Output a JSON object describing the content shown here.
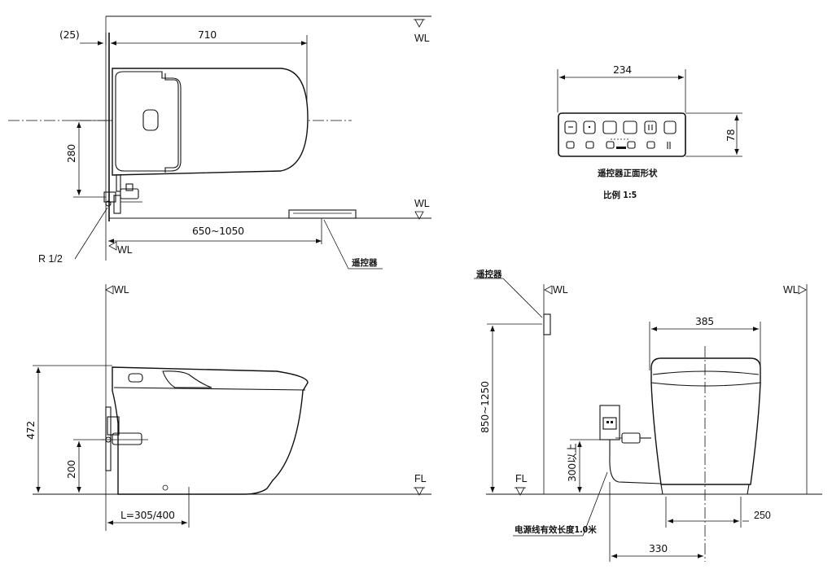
{
  "labels": {
    "wl": "WL",
    "fl": "FL",
    "dim_25": "(25)",
    "dim_710": "710",
    "dim_280": "280",
    "dim_650_1050": "650~1050",
    "r_half": "R 1/2",
    "remote_a": "遥控器",
    "dim_234": "234",
    "dim_78": "78",
    "remote_front": "遥控器正面形状",
    "scale": "比例 1:5",
    "remote_b": "遥控器",
    "dim_472": "472",
    "dim_200": "200",
    "dim_L": "L=305/400",
    "dim_385": "385",
    "dim_850_1250": "850~1250",
    "dim_300": "300以上",
    "cable_note": "电源线有效长度1.0米",
    "dim_330": "330",
    "dim_250": "250"
  }
}
